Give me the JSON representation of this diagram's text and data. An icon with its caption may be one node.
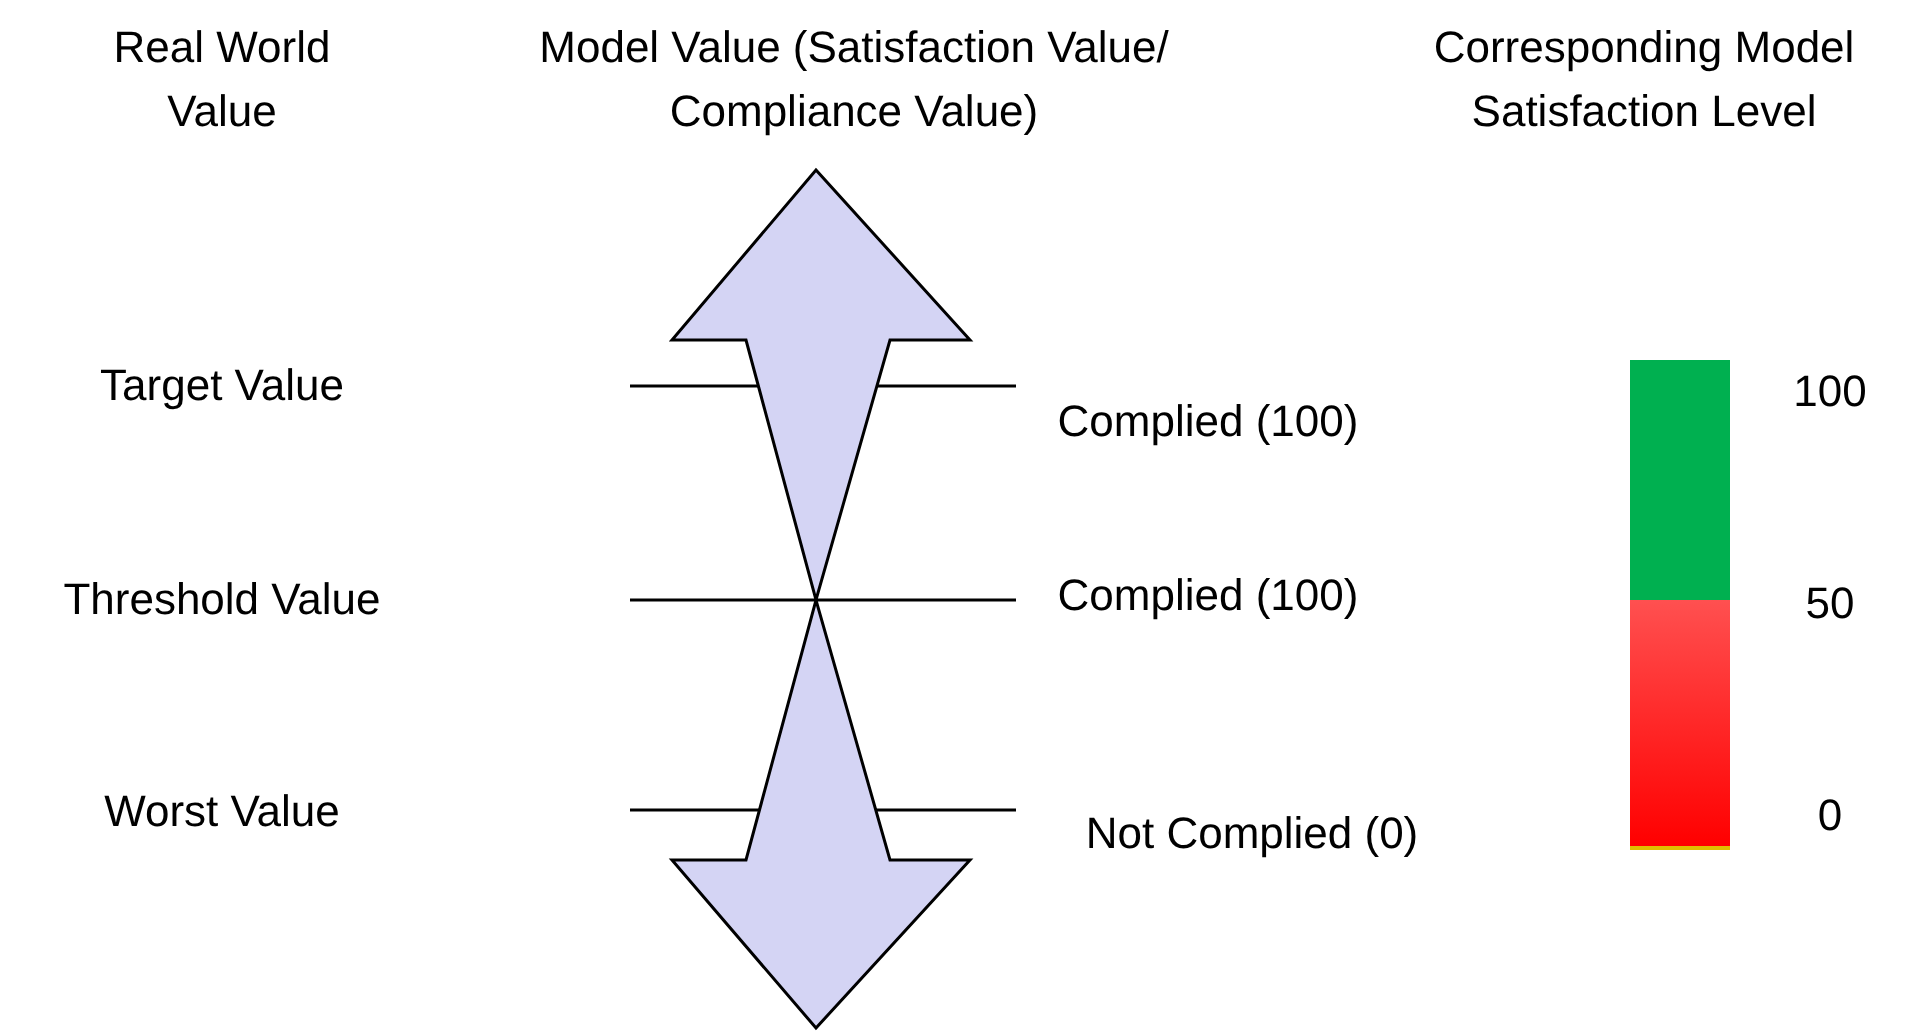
{
  "diagram": {
    "labels": [
      "Real World Value",
      "Model Value (Satisfaction Value/ Compliance Value)",
      "Corresponding Model Satisfaction Level",
      "Target Value",
      "Complied (100)",
      "100",
      "Threshold Value",
      "Complied (100)",
      "50",
      "Worst Value",
      "Not Complied (0)",
      "0"
    ]
  }
}
